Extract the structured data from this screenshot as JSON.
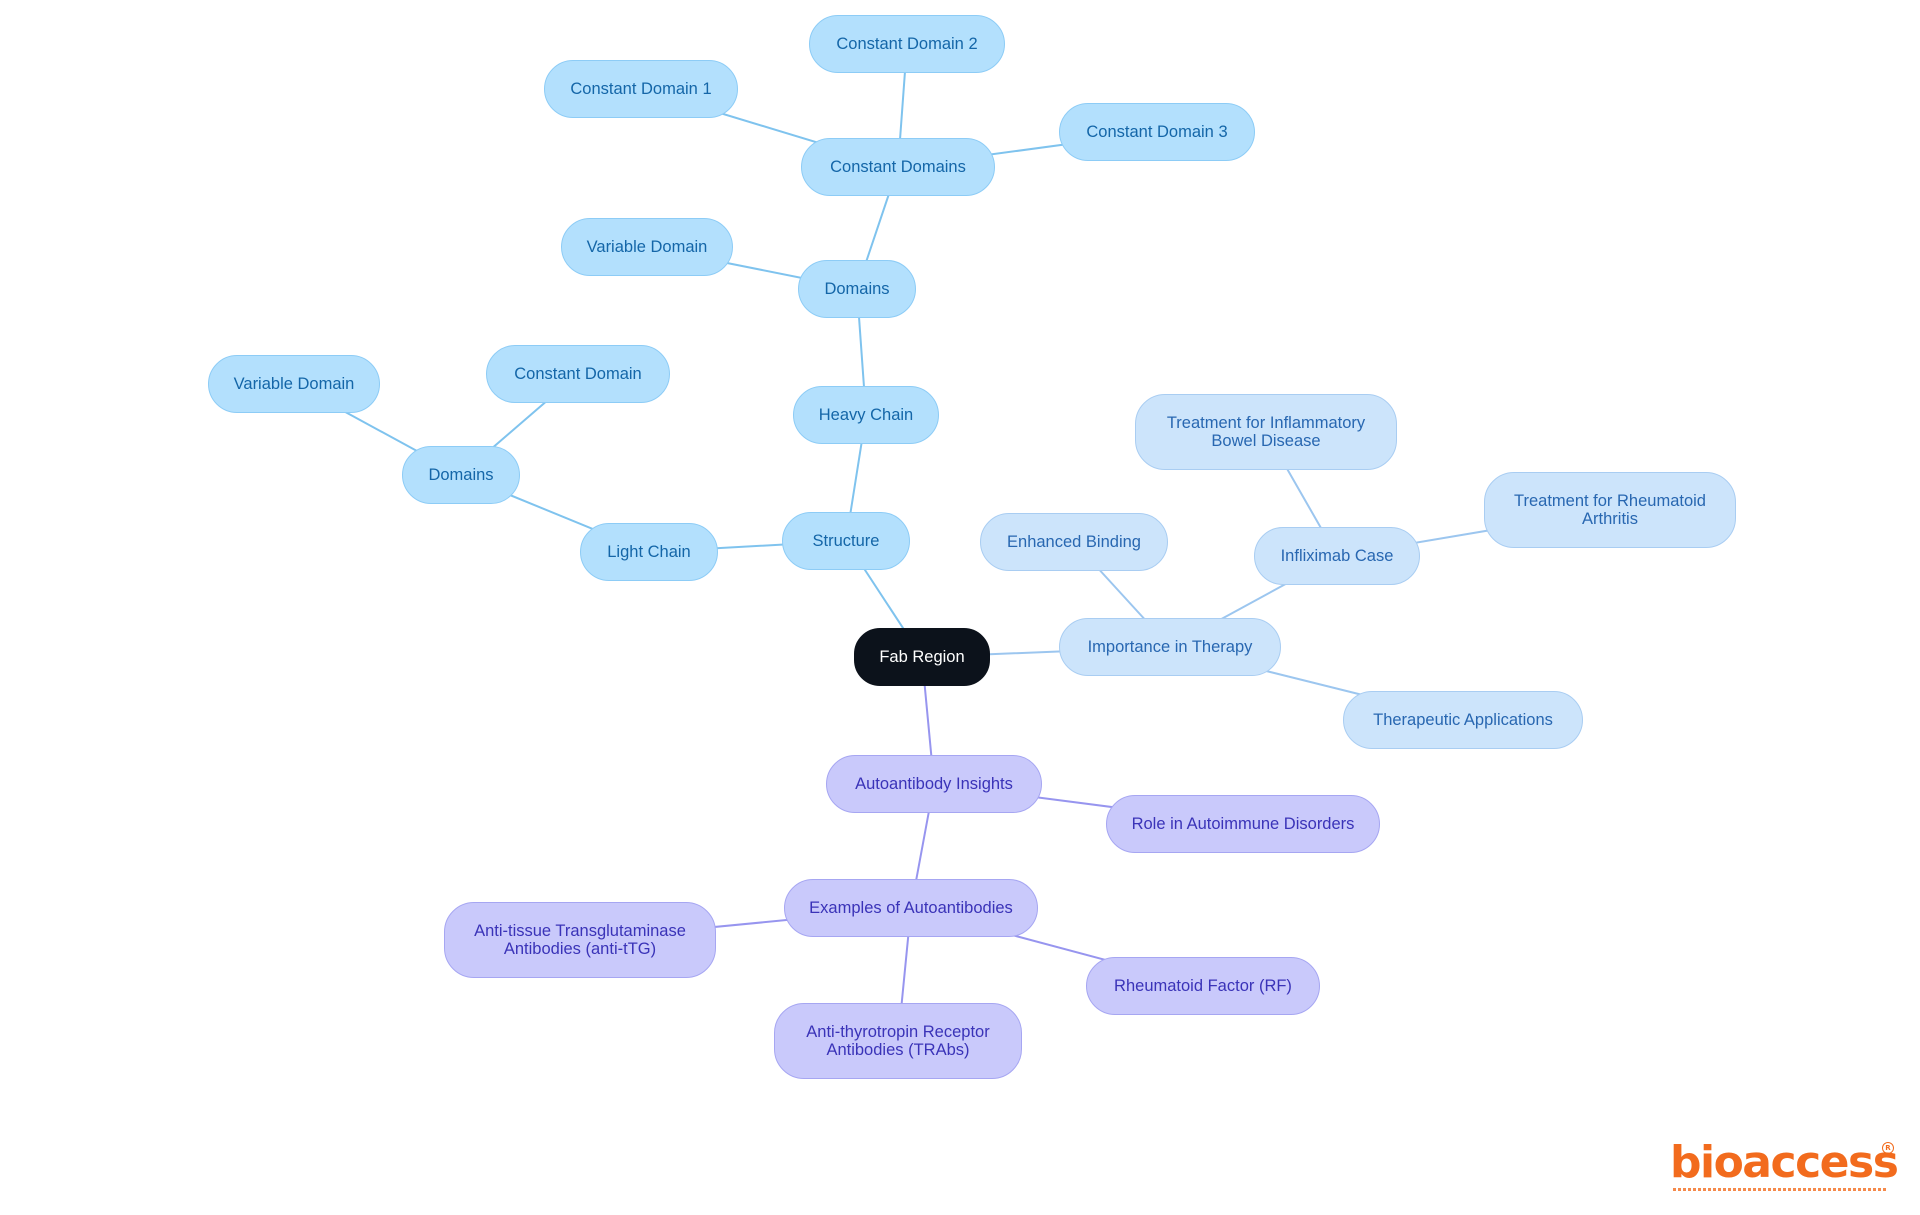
{
  "diagram": {
    "type": "mind-map",
    "root": {
      "id": "root",
      "label": "Fab Region"
    },
    "nodes": [
      {
        "id": "structure",
        "parent": "root",
        "label": "Structure",
        "group": "blue"
      },
      {
        "id": "heavy-chain",
        "parent": "structure",
        "label": "Heavy Chain",
        "group": "blue"
      },
      {
        "id": "domains-heavy",
        "parent": "heavy-chain",
        "label": "Domains",
        "group": "blue"
      },
      {
        "id": "variable-domain-heavy",
        "parent": "domains-heavy",
        "label": "Variable Domain",
        "group": "blue"
      },
      {
        "id": "constant-domains",
        "parent": "domains-heavy",
        "label": "Constant Domains",
        "group": "blue"
      },
      {
        "id": "constant-domain-1",
        "parent": "constant-domains",
        "label": "Constant Domain 1",
        "group": "blue"
      },
      {
        "id": "constant-domain-2",
        "parent": "constant-domains",
        "label": "Constant Domain 2",
        "group": "blue"
      },
      {
        "id": "constant-domain-3",
        "parent": "constant-domains",
        "label": "Constant Domain 3",
        "group": "blue"
      },
      {
        "id": "light-chain",
        "parent": "structure",
        "label": "Light Chain",
        "group": "blue"
      },
      {
        "id": "domains-light",
        "parent": "light-chain",
        "label": "Domains",
        "group": "blue"
      },
      {
        "id": "variable-domain-light",
        "parent": "domains-light",
        "label": "Variable Domain",
        "group": "blue"
      },
      {
        "id": "constant-domain-light",
        "parent": "domains-light",
        "label": "Constant Domain",
        "group": "blue"
      },
      {
        "id": "importance-therapy",
        "parent": "root",
        "label": "Importance in Therapy",
        "group": "lightblue"
      },
      {
        "id": "enhanced-binding",
        "parent": "importance-therapy",
        "label": "Enhanced Binding",
        "group": "lightblue"
      },
      {
        "id": "infliximab-case",
        "parent": "importance-therapy",
        "label": "Infliximab Case",
        "group": "lightblue"
      },
      {
        "id": "treatment-ibd",
        "parent": "infliximab-case",
        "label": "Treatment for Inflammatory\nBowel Disease",
        "group": "lightblue"
      },
      {
        "id": "treatment-ra",
        "parent": "infliximab-case",
        "label": "Treatment for Rheumatoid\nArthritis",
        "group": "lightblue"
      },
      {
        "id": "therapeutic-applications",
        "parent": "importance-therapy",
        "label": "Therapeutic Applications",
        "group": "lightblue"
      },
      {
        "id": "autoantibody-insights",
        "parent": "root",
        "label": "Autoantibody Insights",
        "group": "purple"
      },
      {
        "id": "role-autoimmune",
        "parent": "autoantibody-insights",
        "label": "Role in Autoimmune Disorders",
        "group": "purple"
      },
      {
        "id": "examples-autoantibodies",
        "parent": "autoantibody-insights",
        "label": "Examples of Autoantibodies",
        "group": "purple"
      },
      {
        "id": "anti-ttg",
        "parent": "examples-autoantibodies",
        "label": "Anti-tissue Transglutaminase\nAntibodies (anti-tTG)",
        "group": "purple"
      },
      {
        "id": "trabs",
        "parent": "examples-autoantibodies",
        "label": "Anti-thyrotropin Receptor\nAntibodies (TRAbs)",
        "group": "purple"
      },
      {
        "id": "rf",
        "parent": "examples-autoantibodies",
        "label": "Rheumatoid Factor (RF)",
        "group": "purple"
      }
    ],
    "colors": {
      "root_fill": "#0c121b",
      "root_text": "#ffffff",
      "blue_fill": "#b3e0fd",
      "blue_text": "#1466a8",
      "blue_edge": "#7fc3ee",
      "lightblue_fill": "#cce4fb",
      "lightblue_text": "#2867b1",
      "lightblue_edge": "#9cc6ef",
      "purple_fill": "#c9c9fb",
      "purple_text": "#3a33b8",
      "purple_edge": "#9795ef"
    }
  },
  "logo": {
    "text": "bioaccess",
    "brand_color": "#f26b1d"
  }
}
